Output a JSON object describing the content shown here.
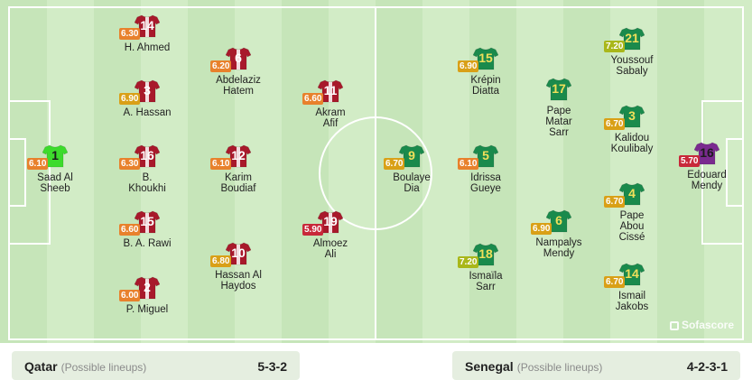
{
  "colors": {
    "pitch_light": "#d2ecc6",
    "pitch_dark": "#c6e5b9",
    "lines": "#ffffff",
    "qatar_shirt": "#a8192b",
    "qatar_gk": "#3ddb2c",
    "senegal_shirt": "#1a8a4c",
    "senegal_gk": "#7a2a8f",
    "rating_orange": "#e8812c",
    "rating_red": "#c8283a",
    "rating_yellowgreen": "#a9b71a",
    "rating_gold": "#d9a017"
  },
  "watermark": "Sofascore",
  "home": {
    "team": "Qatar",
    "note": "(Possible lineups)",
    "formation": "5-3-2",
    "players": [
      {
        "number": "1",
        "name": "Saad Al\nSheeb",
        "rating": "6.10",
        "rating_color": "#e8812c",
        "gk": true
      },
      {
        "number": "14",
        "name": "H. Ahmed",
        "rating": "6.30",
        "rating_color": "#e8812c"
      },
      {
        "number": "3",
        "name": "A. Hassan",
        "rating": "6.90",
        "rating_color": "#d9a017"
      },
      {
        "number": "16",
        "name": "B.\nKhoukhi",
        "rating": "6.30",
        "rating_color": "#e8812c"
      },
      {
        "number": "15",
        "name": "B. A. Rawi",
        "rating": "6.60",
        "rating_color": "#e8812c"
      },
      {
        "number": "2",
        "name": "P. Miguel",
        "rating": "6.00",
        "rating_color": "#e8812c"
      },
      {
        "number": "6",
        "name": "Abdelaziz\nHatem",
        "rating": "6.20",
        "rating_color": "#e8812c"
      },
      {
        "number": "12",
        "name": "Karim\nBoudiaf",
        "rating": "6.10",
        "rating_color": "#e8812c"
      },
      {
        "number": "10",
        "name": "Hassan Al\nHaydos",
        "rating": "6.80",
        "rating_color": "#d9a017"
      },
      {
        "number": "11",
        "name": "Akram\nAfif",
        "rating": "6.60",
        "rating_color": "#e8812c"
      },
      {
        "number": "19",
        "name": "Almoez\nAli",
        "rating": "5.90",
        "rating_color": "#c8283a"
      }
    ]
  },
  "away": {
    "team": "Senegal",
    "note": "(Possible lineups)",
    "formation": "4-2-3-1",
    "players": [
      {
        "number": "9",
        "name": "Boulaye\nDia",
        "rating": "6.70",
        "rating_color": "#d9a017"
      },
      {
        "number": "15",
        "name": "Krépin\nDiatta",
        "rating": "6.90",
        "rating_color": "#d9a017"
      },
      {
        "number": "5",
        "name": "Idrissa\nGueye",
        "rating": "6.10",
        "rating_color": "#e8812c"
      },
      {
        "number": "18",
        "name": "Ismaïla\nSarr",
        "rating": "7.20",
        "rating_color": "#a9b71a"
      },
      {
        "number": "17",
        "name": "Pape\nMatar\nSarr",
        "rating": "",
        "rating_color": ""
      },
      {
        "number": "6",
        "name": "Nampalys\nMendy",
        "rating": "6.90",
        "rating_color": "#d9a017"
      },
      {
        "number": "21",
        "name": "Youssouf\nSabaly",
        "rating": "7.20",
        "rating_color": "#a9b71a"
      },
      {
        "number": "3",
        "name": "Kalidou\nKoulibaly",
        "rating": "6.70",
        "rating_color": "#d9a017"
      },
      {
        "number": "4",
        "name": "Pape\nAbou\nCissé",
        "rating": "6.70",
        "rating_color": "#d9a017"
      },
      {
        "number": "14",
        "name": "Ismail\nJakobs",
        "rating": "6.70",
        "rating_color": "#d9a017"
      },
      {
        "number": "16",
        "name": "Edouard\nMendy",
        "rating": "5.70",
        "rating_color": "#c8283a",
        "gk": true
      }
    ]
  }
}
